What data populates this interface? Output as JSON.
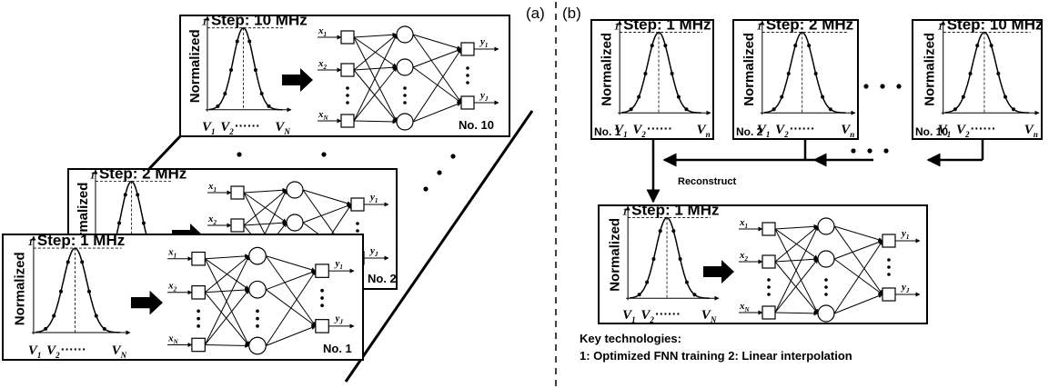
{
  "panel_labels": {
    "a": "(a)",
    "b": "(b)"
  },
  "chart": {
    "ylabel": "Normalized",
    "y_tick": "1",
    "x_labels": {
      "v1": "V",
      "v1_sub": "1",
      "v2": "V",
      "v2_sub": "2",
      "dots": "······",
      "vn_upper": "V",
      "vn_upper_sub": "N",
      "vn_lower": "V",
      "vn_lower_sub": "n"
    }
  },
  "network": {
    "inputs": [
      {
        "sym": "x",
        "sub": "1"
      },
      {
        "sym": "x",
        "sub": "2"
      },
      {
        "sym": "x",
        "sub": "N"
      }
    ],
    "outputs": [
      {
        "sym": "y",
        "sub": "1"
      },
      {
        "sym": "y",
        "sub": "J"
      }
    ]
  },
  "panel_a": {
    "cards": [
      {
        "step": "Step: 10 MHz",
        "number": "No. 10"
      },
      {
        "step": "Step: 2 MHz",
        "number": "No. 2"
      },
      {
        "step": "Step: 1 MHz",
        "number": "No. 1"
      }
    ]
  },
  "panel_b": {
    "cards": [
      {
        "step": "Step: 1 MHz",
        "number": "No. 1"
      },
      {
        "step": "Step: 2 MHz",
        "number": "No. 2"
      },
      {
        "step": "Step: 10 MHz",
        "number": "No. 10"
      }
    ],
    "reconstruct_label": "Reconstruct",
    "result_step": "Step: 1 MHz",
    "key_title": "Key technologies:",
    "key_items": "1: Optimized FNN training  2: Linear interpolation"
  }
}
